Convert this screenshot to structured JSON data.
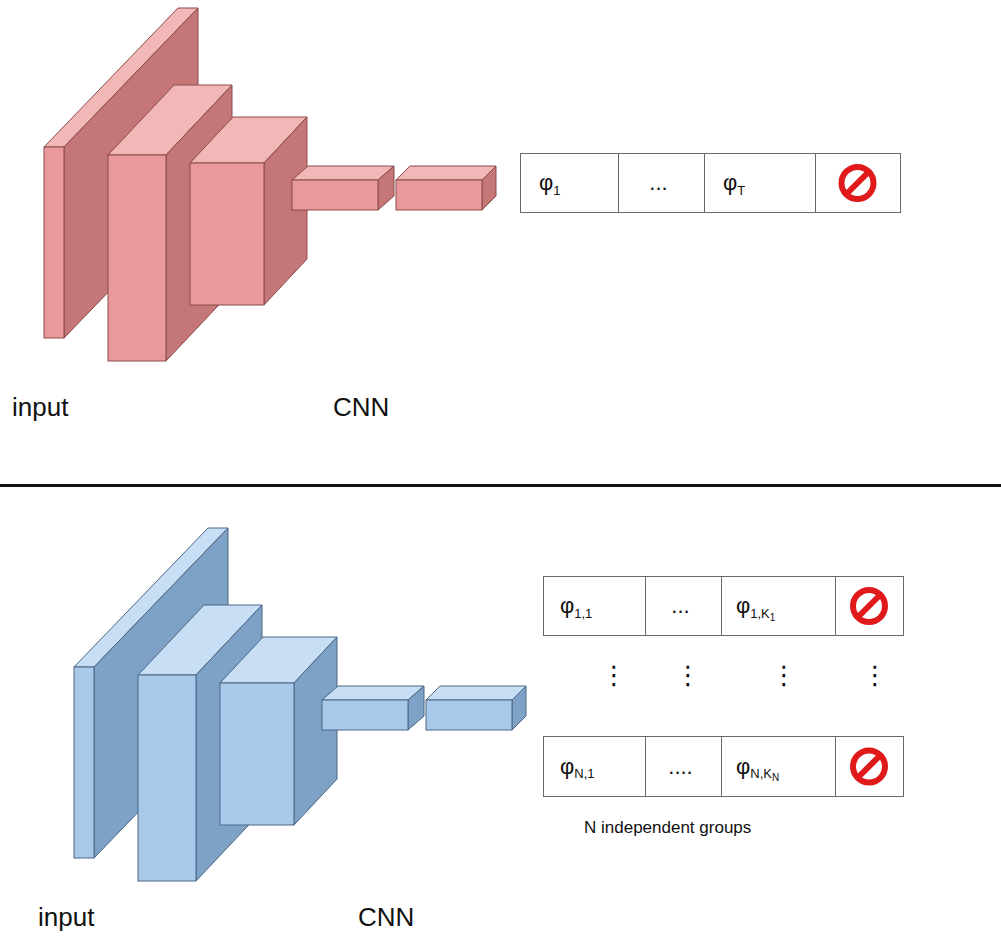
{
  "diagram": {
    "nodes": [
      {
        "text": [
          "φ",
          "1"
        ]
      },
      {
        "text": [
          "..."
        ]
      },
      {
        "text": [
          "φ",
          "T"
        ]
      },
      {
        "text": [
          "φ",
          "1,1"
        ]
      },
      {
        "text": [
          "..."
        ]
      },
      {
        "text": [
          "φ",
          "1,K",
          "1"
        ]
      },
      {
        "text": [
          "φ",
          "N,1"
        ]
      },
      {
        "text": [
          "...."
        ]
      },
      {
        "text": [
          "φ",
          "N,K",
          "N"
        ]
      }
    ],
    "labels": [
      "input",
      "CNN",
      "⋮",
      "⋮",
      "⋮",
      "⋮",
      "N independent groups",
      "input",
      "CNN"
    ]
  }
}
